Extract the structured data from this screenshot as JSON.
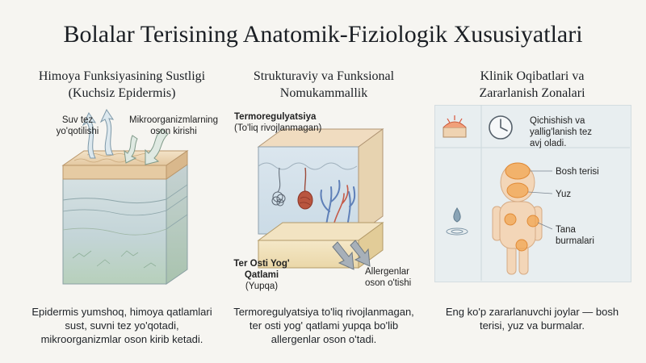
{
  "title": "Bolalar Terisining Anatomik-Fiziologik Xususiyatlari",
  "columns": [
    {
      "heading": [
        "Himoya Funksiyasining Sustligi",
        "(Kuchsiz Epidermis)"
      ],
      "labels": {
        "water": [
          "Suv tez",
          "yo'qotilishi"
        ],
        "microbes": [
          "Mikroorganizmlarning",
          "oson kirishi"
        ]
      },
      "caption": [
        "Epidermis yumshoq, himoya qatlamlari",
        "sust, suvni tez yo'qotadi,",
        "mikroorganizmlar oson kirib ketadi."
      ]
    },
    {
      "heading": [
        "Strukturaviy va Funksional",
        "Nomukammallik"
      ],
      "labels": {
        "thermo_title": "Termoregulyatsiya",
        "thermo_sub": "(To'liq rivojlanmagan)",
        "fat_title_1": "Ter Osti Yog'",
        "fat_title_2": "Qatlami",
        "fat_sub": "(Yupqa)",
        "allergens": [
          "Allergenlar",
          "oson o'tishi"
        ]
      },
      "caption": [
        "Termoregulyatsiya to'liq rivojlanmagan,",
        "ter osti yog' qatlami yupqa bo'lib",
        "allergenlar oson o'tadi."
      ]
    },
    {
      "heading": [
        "Klinik Oqibatlari va",
        "Zararlanish Zonalari"
      ],
      "labels": {
        "itch": [
          "Qichishish va",
          "yallig'lanish tez",
          "avj oladi."
        ],
        "scalp": "Bosh terisi",
        "face": "Yuz",
        "folds": [
          "Tana",
          "burmalari"
        ]
      },
      "caption": [
        "Eng ko'p zararlanuvchi joylar — bosh",
        "terisi, yuz va burmalar."
      ]
    }
  ],
  "icons": [
    "water-loss-arrow-icon",
    "microbe-arrow-icon",
    "skin-cross-section-icon",
    "nerve-coil-icon",
    "vessel-icon",
    "allergen-arrow-icon",
    "irritated-skin-icon",
    "clock-icon",
    "water-drop-icon",
    "child-figure-icon"
  ],
  "colors": {
    "epidermis": "#efd9b8",
    "dermis": "#c7d7db",
    "deep_layer": "#bcd3bd",
    "vessel": "#5f80b8",
    "highlight": "#f2a552",
    "panel": "#e8eef0"
  }
}
